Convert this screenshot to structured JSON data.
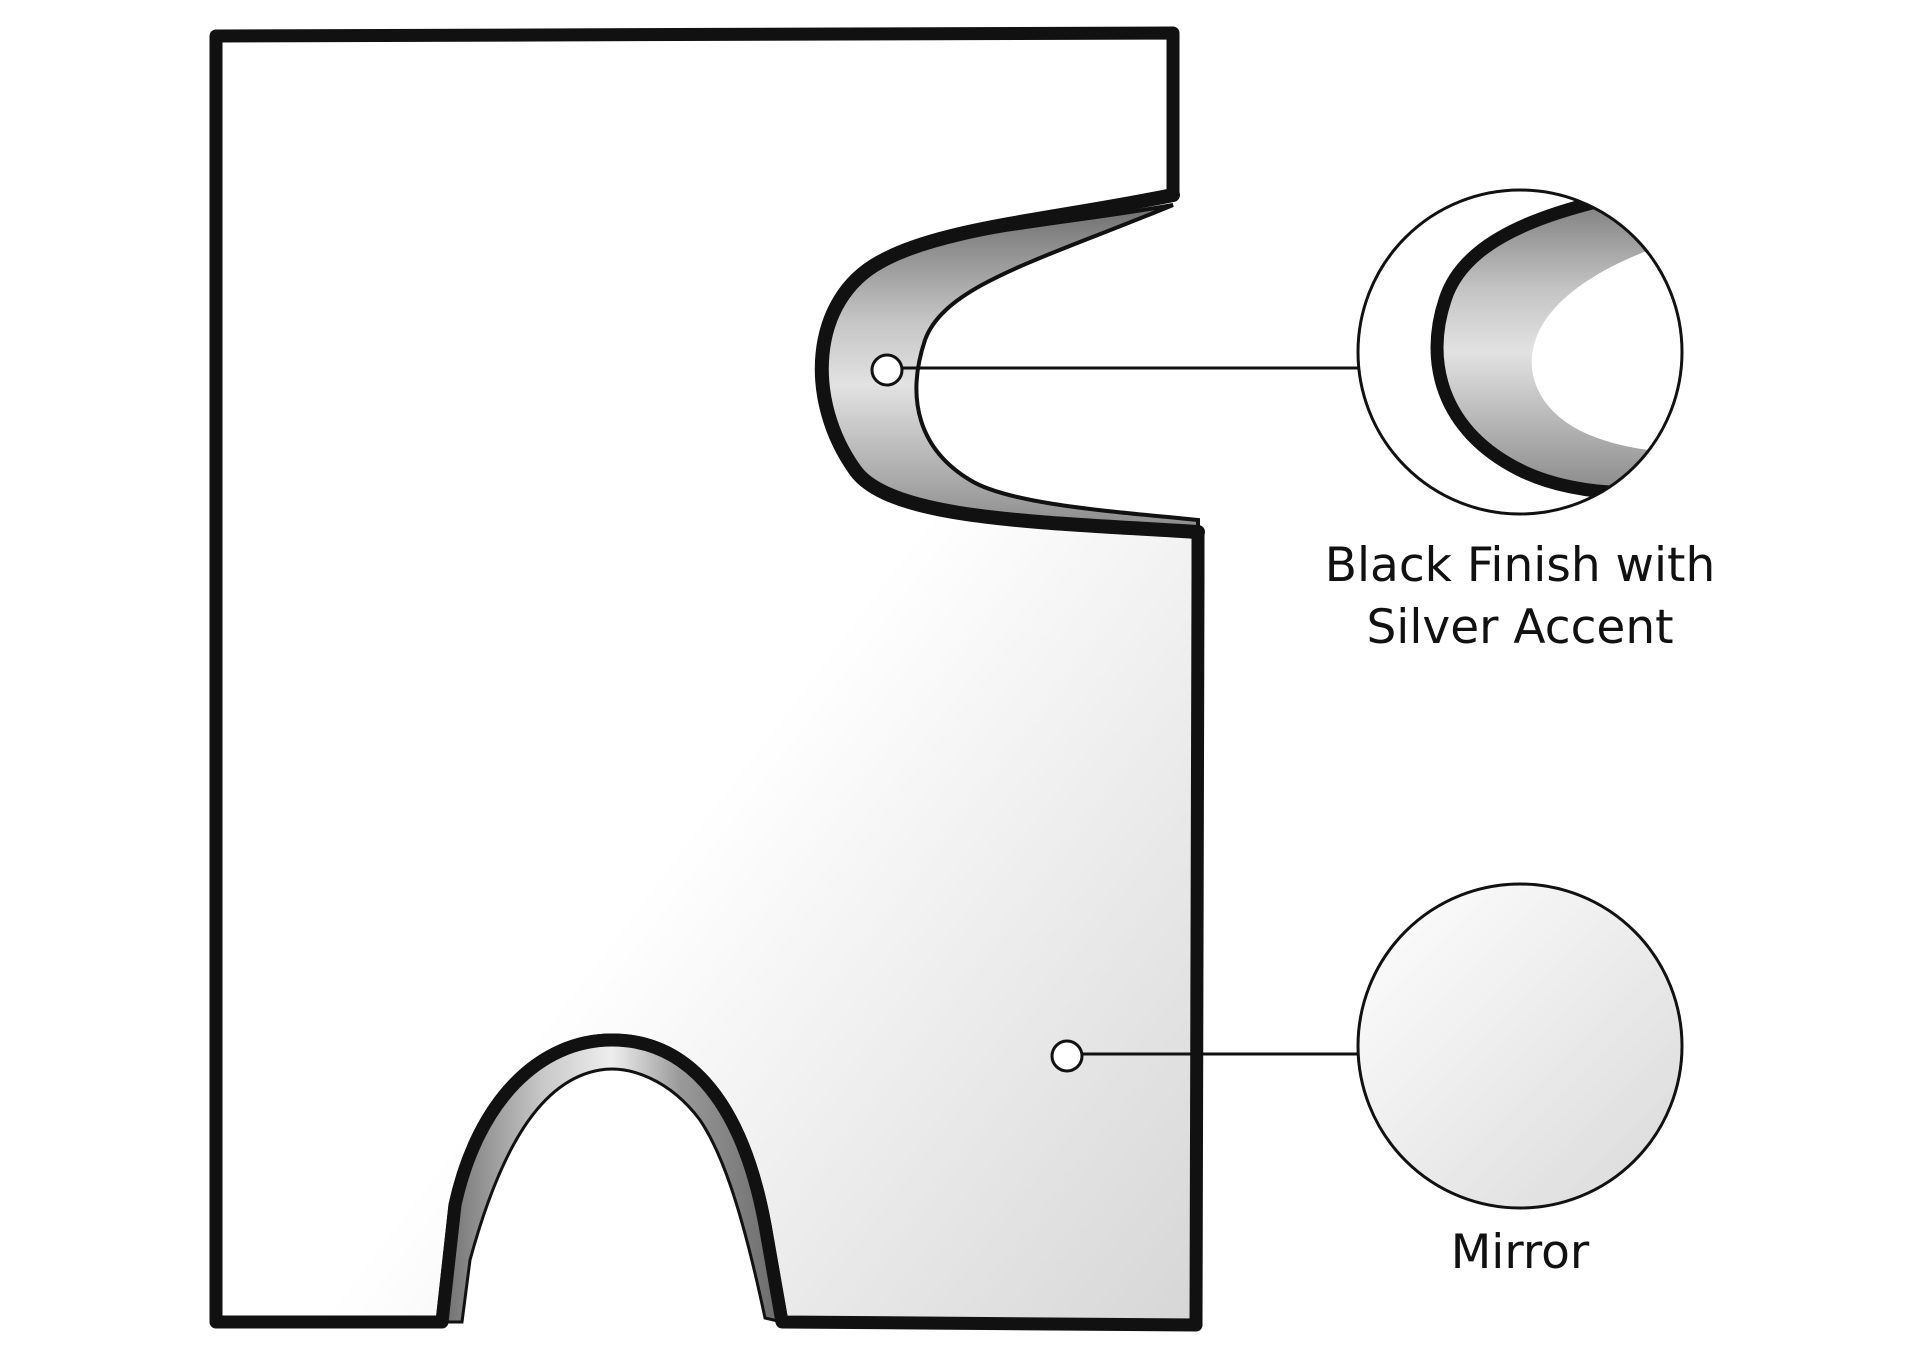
{
  "callouts": {
    "finish": {
      "line1": "Black Finish with",
      "line2": "Silver Accent"
    },
    "mirror": {
      "label": "Mirror"
    }
  },
  "colors": {
    "frame": "#111111",
    "silver_light": "#dcdcdc",
    "silver_dark": "#7a7a7a",
    "mirror_light": "#ffffff",
    "mirror_dark": "#d8d8d8"
  }
}
